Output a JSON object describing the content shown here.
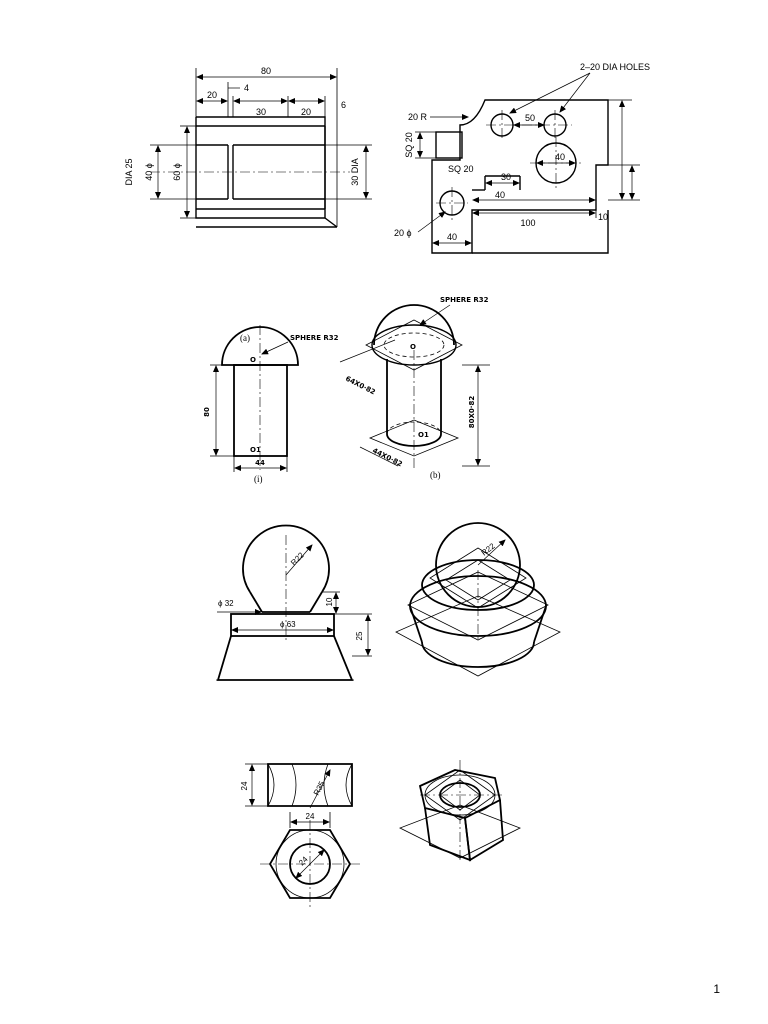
{
  "page": {
    "number": "1"
  },
  "fig1": {
    "overall": "80",
    "step_left": "20",
    "step_gap": "4",
    "mid": "30",
    "right": "20",
    "right_step": "6",
    "dia_bore": "DIA 25",
    "dia_inner": "40 ϕ",
    "dia_outer": "60 ϕ",
    "dia_right": "30 DIA"
  },
  "fig2": {
    "holes_note": "2–20 DIA HOLES",
    "radius": "20 R",
    "hole_spacing": "50",
    "sq_vertical": "SQ 20",
    "sq_horizontal": "SQ 20",
    "big_hole": "40",
    "step_30": "30",
    "step_40": "40",
    "len_100": "100",
    "len_10": "10",
    "small_hole": "20 ϕ",
    "bottom_40": "40"
  },
  "fig3": {
    "label_a": "(a)",
    "sphere_note_left": "SPHERE R32",
    "center_o": "O",
    "center_o1": "O1",
    "height_80": "80",
    "width_44": "44",
    "caption_i": "(i)",
    "sphere_note_right": "SPHERE R32",
    "iso_64": "64X0·82",
    "iso_80": "80X0·82",
    "iso_44": "44X0·82",
    "label_b": "(b)",
    "iso_o": "O",
    "iso_o1": "O1"
  },
  "fig4": {
    "radius_left": "R22",
    "dia_32": "ϕ 32",
    "dia_63": "ϕ 63",
    "height_10": "10",
    "height_25": "25",
    "radius_right": "R22"
  },
  "fig5": {
    "height_24": "24",
    "radius_35": "R35",
    "width_24": "24",
    "dia_24": "24"
  }
}
